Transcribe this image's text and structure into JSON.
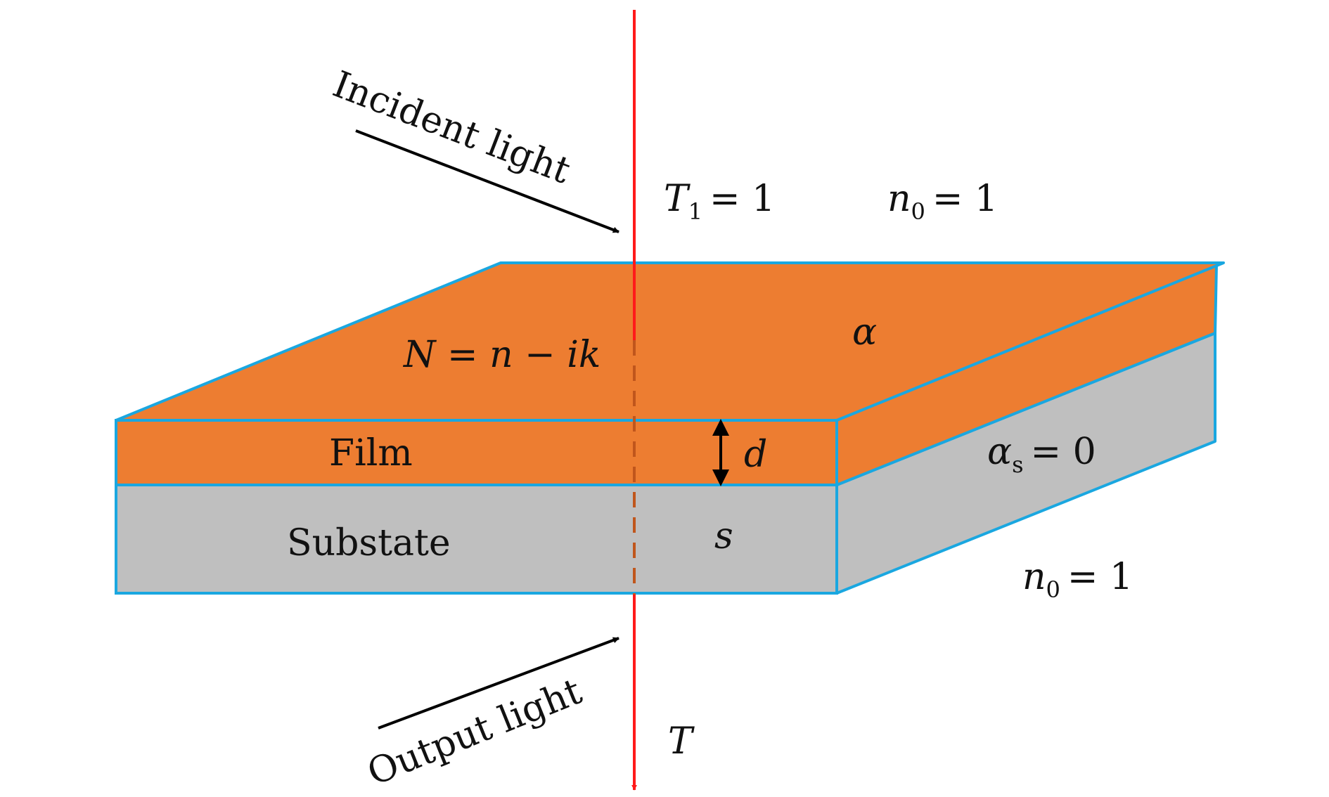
{
  "labels": {
    "incident_light": "Incident light",
    "output_light": "Output light",
    "film": "Film",
    "substrate": "Substate",
    "t1_sym": "T",
    "t1_sub": "1",
    "t1_val": "= 1",
    "n0_top_sym": "n",
    "n0_top_sub": "0",
    "n0_top_val": "= 1",
    "n0_bottom_sym": "n",
    "n0_bottom_sub": "0",
    "n0_bottom_val": "= 1",
    "complex_index": "N = n − ik",
    "alpha": "α",
    "alpha_s_sym": "α",
    "alpha_s_sub": "s",
    "alpha_s_val": "= 0",
    "thickness": "d",
    "substrate_symbol": "s",
    "transmittance": "T"
  },
  "colors": {
    "film": "#ed7d31",
    "substrate": "#bfbfbf",
    "outline": "#1aa7e0",
    "beam": "#ff1a1a",
    "beam_inside": "#c0561c",
    "arrow": "#000000"
  }
}
